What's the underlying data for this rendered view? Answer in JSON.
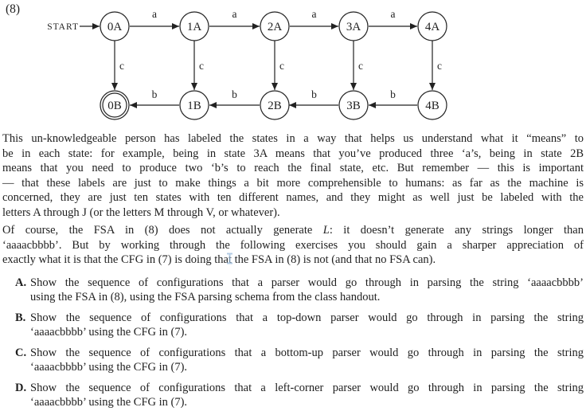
{
  "colors": {
    "text": "#1f1f1f",
    "stroke": "#222222",
    "bg": "#ffffff",
    "cursor": "#9bbcdc"
  },
  "figure": {
    "number": "(8)",
    "start_label": "START",
    "states_top": [
      "0A",
      "1A",
      "2A",
      "3A",
      "4A"
    ],
    "states_bottom": [
      "0B",
      "1B",
      "2B",
      "3B",
      "4B"
    ],
    "final_state": "0B",
    "edge_labels": {
      "a": "a",
      "b": "b",
      "c": "c"
    }
  },
  "paragraphs": [
    {
      "lines": [
        "This un-knowledgeable person has labeled the states in a way that helps us understand what it “means” to",
        "be in each state: for example, being in state 3A means that you’ve produced three ‘a’s, being in state 2B",
        "means that you need to produce two ‘b’s to reach the final state, etc. But remember — this is important",
        "— that these labels are just to make things a bit more comprehensible to humans: as far as the machine is",
        "concerned, they are just ten states with ten different names, and they might as well just be labeled with the",
        "letters A through J (or the letters M through V, or whatever)."
      ]
    },
    {
      "lines": [
        [
          {
            "t": "Of course, the FSA in (8) does not actually generate "
          },
          {
            "t": "L",
            "i": true
          },
          {
            "t": ": it doesn’t generate any strings longer than"
          }
        ],
        "‘aaaacbbbb’. But by working through the following exercises you should gain a sharper appreciation of",
        "exactly what it is that the CFG in (7) is doing that the FSA in (8) is not (and that no FSA can)."
      ]
    }
  ],
  "exercises": [
    {
      "label": "A.",
      "lines": [
        "Show the sequence of configurations that a parser would go through in parsing the string ‘aaaacbbbb’",
        "using the FSA in (8), using the FSA parsing schema from the class handout."
      ]
    },
    {
      "label": "B.",
      "lines": [
        "Show the sequence of configurations that a top-down parser would go through in parsing the string",
        "‘aaaacbbbb’ using the CFG in (7)."
      ]
    },
    {
      "label": "C.",
      "lines": [
        "Show the sequence of configurations that a bottom-up parser would go through in parsing the string",
        "‘aaaacbbbb’ using the CFG in (7)."
      ]
    },
    {
      "label": "D.",
      "lines": [
        "Show the sequence of configurations that a left-corner parser would go through in parsing the string",
        "‘aaaacbbbb’ using the CFG in (7)."
      ]
    }
  ],
  "cursor": {
    "style": "text-ibeam",
    "over_word": "doing"
  }
}
